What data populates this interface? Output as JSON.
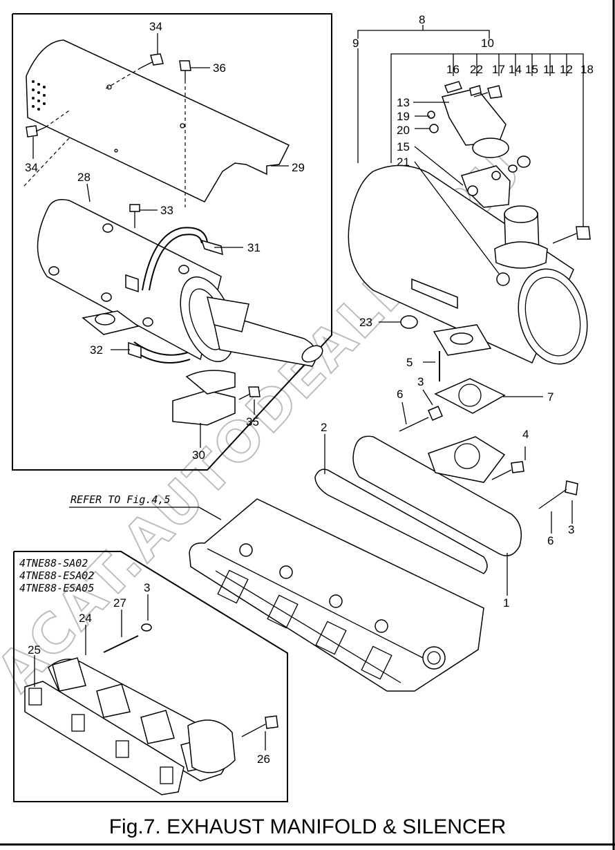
{
  "caption": "Fig.7.  EXHAUST MANIFOLD & SILENCER",
  "watermark": "ACAT.AUTODEALER.RU",
  "note_refer": "REFER TO Fig.4,5",
  "model_box": [
    "4TNE88-SA02",
    "4TNE88-ESA02",
    "4TNE88-ESA05"
  ],
  "callouts": {
    "c1": "1",
    "c2": "2",
    "c3a": "3",
    "c3b": "3",
    "c3c": "3",
    "c4": "4",
    "c5": "5",
    "c6a": "6",
    "c6b": "6",
    "c7": "7",
    "c8": "8",
    "c9": "9",
    "c10": "10",
    "c11": "11",
    "c12": "12",
    "c13": "13",
    "c14": "14",
    "c15a": "15",
    "c15b": "15",
    "c16": "16",
    "c17": "17",
    "c18": "18",
    "c19": "19",
    "c20": "20",
    "c21": "21",
    "c22": "22",
    "c23": "23",
    "c24": "24",
    "c25": "25",
    "c26": "26",
    "c27": "27",
    "c28": "28",
    "c29": "29",
    "c30": "30",
    "c31": "31",
    "c32": "32",
    "c33": "33",
    "c34a": "34",
    "c34b": "34",
    "c35": "35",
    "c36": "36"
  }
}
